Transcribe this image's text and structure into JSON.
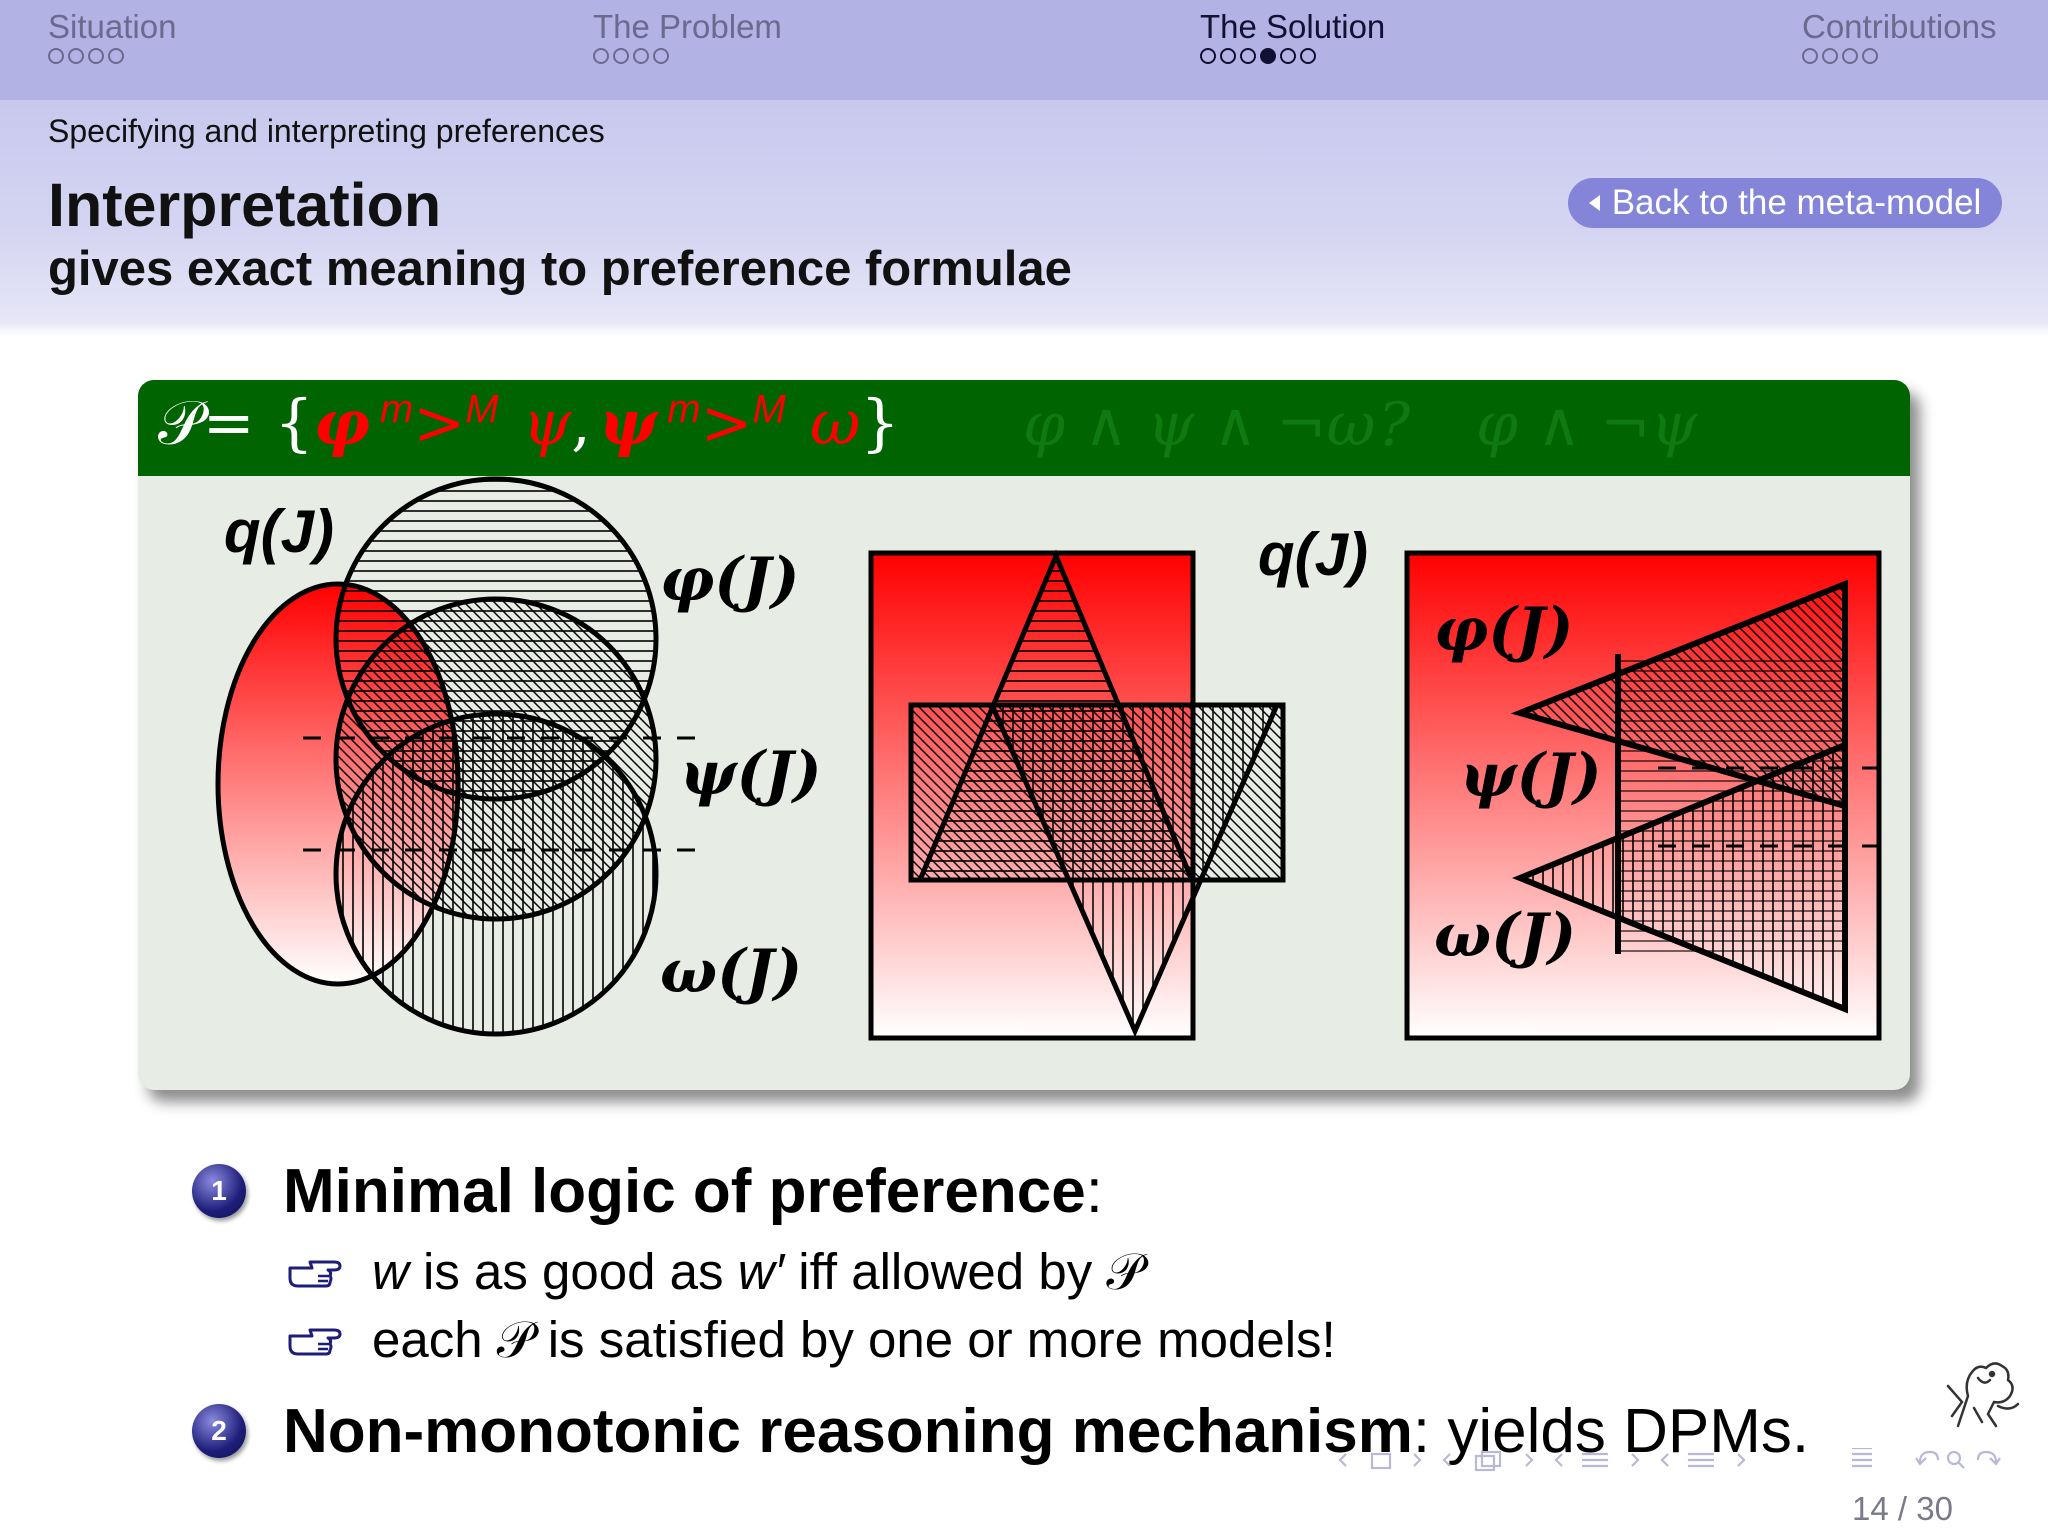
{
  "nav": {
    "sections": [
      {
        "title": "Situation",
        "dots": 4,
        "filled": -1,
        "active": false
      },
      {
        "title": "The Problem",
        "dots": 4,
        "filled": -1,
        "active": false
      },
      {
        "title": "The Solution",
        "dots": 6,
        "filled": 3,
        "active": true
      },
      {
        "title": "Contributions",
        "dots": 4,
        "filled": -1,
        "active": false
      }
    ]
  },
  "header": {
    "subsection": "Specifying and interpreting preferences",
    "title": "Interpretation",
    "subtitle": "gives exact meaning to preference formulae",
    "back_button": "Back to the meta-model"
  },
  "block": {
    "formula": {
      "P": "𝒫",
      "eq_open": " = {",
      "phi1": "φ",
      "op1_lower": "m",
      "op1_mid": ">",
      "op1_upper": "M",
      "psi1": "ψ",
      "comma": " ,",
      "psi2": "ψ",
      "op2_lower": "m",
      "op2_mid": ">",
      "op2_upper": "M",
      "omega1": "ω",
      "close": "}"
    },
    "ghost_left": "φ ∧ ψ ∧ ¬ω",
    "ghost_q": "?",
    "ghost_right": "φ ∧ ¬ψ",
    "labels": {
      "q1": "q(J)",
      "phi1": "φ(J)",
      "psi1": "ψ(J)",
      "omega1": "ω(J)",
      "q3": "q(J)",
      "phi3": "φ(J)",
      "psi3": "ψ(J)",
      "omega3": "ω(J)"
    }
  },
  "items": [
    {
      "number": "1",
      "bold": "Minimal logic of preference",
      "rest": ":"
    },
    {
      "number": "2",
      "bold": "Non-monotonic reasoning mechanism",
      "rest": ": yields DPMs."
    }
  ],
  "subitems": [
    {
      "w": "w",
      "t1": " is as good as ",
      "w2": "w′",
      "t2": " iff allowed by ",
      "p": "𝒫"
    },
    {
      "t1": "each ",
      "p": "𝒫",
      "t2": " is satisfied by one or more models!"
    }
  ],
  "footer": {
    "page": "14 / 30"
  },
  "colors": {
    "nav": "#b2b2e5",
    "block_head": "#006400",
    "accent_red": "#ff0000",
    "button": "#8484d8"
  }
}
